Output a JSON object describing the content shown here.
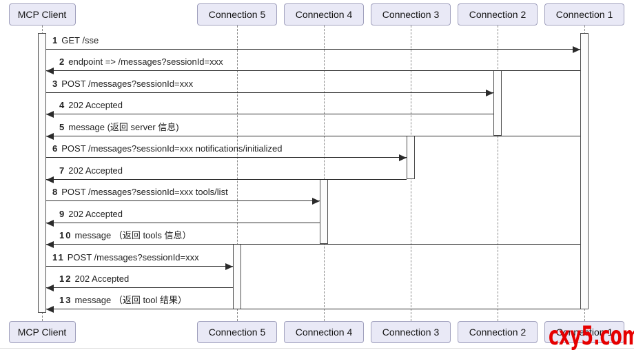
{
  "diagram": {
    "type": "sequence",
    "actors": [
      {
        "id": "mcp-client",
        "label": "MCP Client"
      },
      {
        "id": "connection-5",
        "label": "Connection 5"
      },
      {
        "id": "connection-4",
        "label": "Connection 4"
      },
      {
        "id": "connection-3",
        "label": "Connection 3"
      },
      {
        "id": "connection-2",
        "label": "Connection 2"
      },
      {
        "id": "connection-1",
        "label": "Connection 1"
      }
    ],
    "messages": [
      {
        "num": "1",
        "text": "GET /sse",
        "from": "mcp-client",
        "to": "connection-1"
      },
      {
        "num": "2",
        "text": "endpoint => /messages?sessionId=xxx",
        "from": "connection-1",
        "to": "mcp-client"
      },
      {
        "num": "3",
        "text": "POST /messages?sessionId=xxx",
        "from": "mcp-client",
        "to": "connection-2"
      },
      {
        "num": "4",
        "text": "202 Accepted",
        "from": "connection-2",
        "to": "mcp-client"
      },
      {
        "num": "5",
        "text": "message (返回 server 信息)",
        "from": "connection-1",
        "to": "mcp-client"
      },
      {
        "num": "6",
        "text": "POST /messages?sessionId=xxx notifications/initialized",
        "from": "mcp-client",
        "to": "connection-3"
      },
      {
        "num": "7",
        "text": "202 Accepted",
        "from": "connection-3",
        "to": "mcp-client"
      },
      {
        "num": "8",
        "text": "POST /messages?sessionId=xxx tools/list",
        "from": "mcp-client",
        "to": "connection-4"
      },
      {
        "num": "9",
        "text": "202 Accepted",
        "from": "connection-4",
        "to": "mcp-client"
      },
      {
        "num": "10",
        "text": "message （返回 tools 信息）",
        "from": "connection-1",
        "to": "mcp-client"
      },
      {
        "num": "11",
        "text": "POST /messages?sessionId=xxx",
        "from": "mcp-client",
        "to": "connection-5"
      },
      {
        "num": "12",
        "text": "202 Accepted",
        "from": "connection-5",
        "to": "mcp-client"
      },
      {
        "num": "13",
        "text": "message （返回 tool 结果）",
        "from": "connection-1",
        "to": "mcp-client"
      }
    ],
    "colors": {
      "actor_fill": "#e9e9f6",
      "actor_border": "#a0a0bd",
      "message_line": "#2b2b2b",
      "lifeline": "#8a8a8a",
      "activation_fill": "#fcfcfc",
      "activation_border": "#4d4d4d"
    }
  },
  "watermark": {
    "text": "cxy5.com",
    "color": "#e60000"
  }
}
